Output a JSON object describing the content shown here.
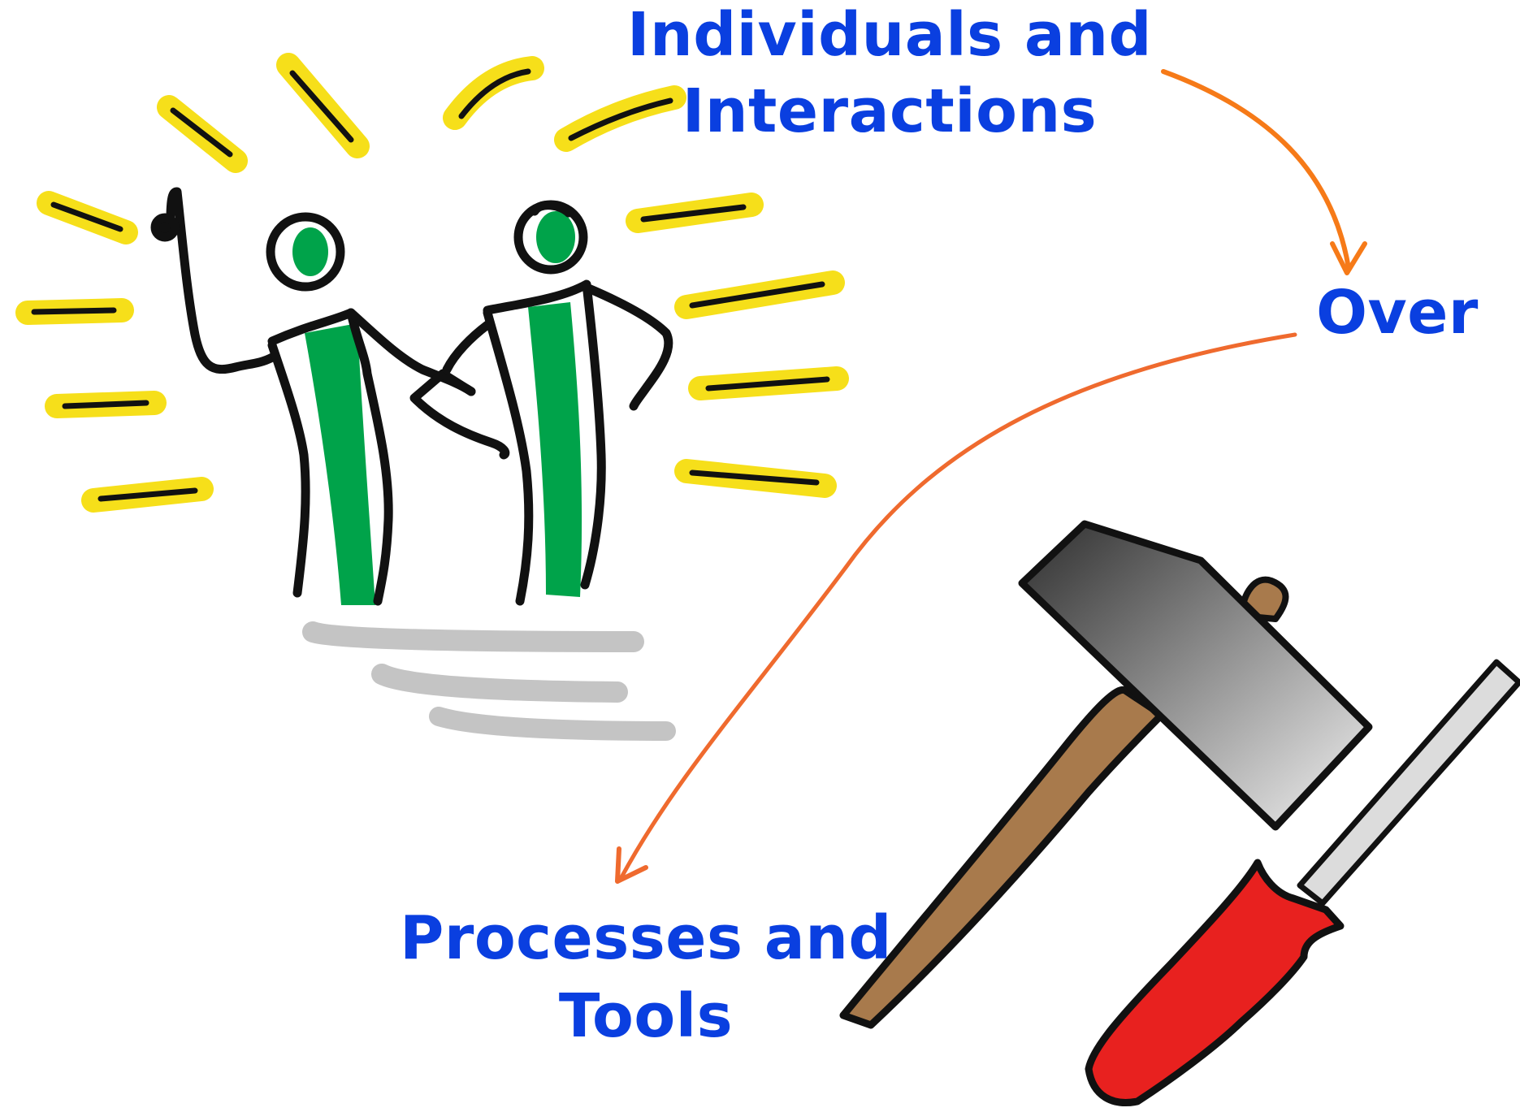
{
  "diagram": {
    "top_label_line1": "Individuals and",
    "top_label_line2": "Interactions",
    "middle_label": "Over",
    "bottom_label_line1": "Processes and",
    "bottom_label_line2": "Tools"
  },
  "icons": {
    "people": "two-stick-figures-icon",
    "hammer": "hammer-icon",
    "screwdriver": "screwdriver-icon",
    "arrows": "curved-arrow-icon"
  },
  "colors": {
    "label_text": "#0a3fe0",
    "arrow": "#f06a1e",
    "figure_green": "#00a34a",
    "burst_yellow": "#f6df1a",
    "shadow_gray": "#c4c4c4",
    "hammer_handle": "#a87a4c",
    "screwdriver_handle": "#e8211f"
  }
}
